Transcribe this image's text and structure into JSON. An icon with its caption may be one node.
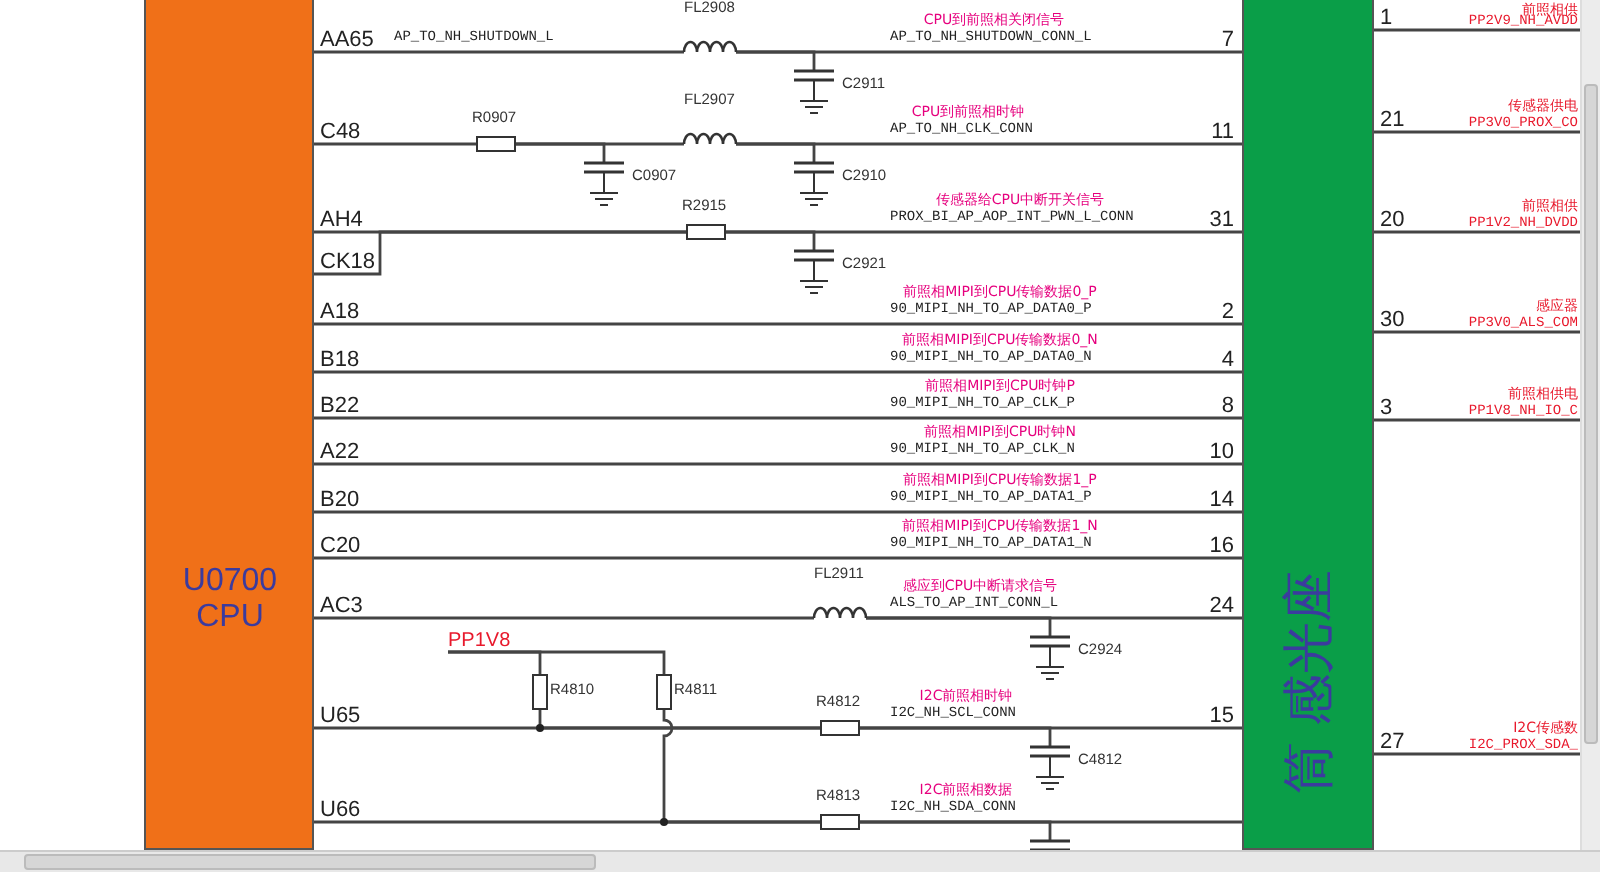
{
  "diagram": {
    "nodes": [
      {
        "text": [
          "U0700 CPU"
        ]
      },
      {
        "text": [
          "筒 感光座"
        ]
      },
      {
        "text": [
          "FL2908"
        ]
      },
      {
        "text": [
          "C2911"
        ]
      },
      {
        "text": [
          "R0907"
        ]
      },
      {
        "text": [
          "C0907"
        ]
      },
      {
        "text": [
          "FL2907"
        ]
      },
      {
        "text": [
          "C2910"
        ]
      },
      {
        "text": [
          "R2915"
        ]
      },
      {
        "text": [
          "C2921"
        ]
      },
      {
        "text": [
          "FL2911"
        ]
      },
      {
        "text": [
          "C2924"
        ]
      },
      {
        "text": [
          "PP1V8"
        ]
      },
      {
        "text": [
          "R4810"
        ]
      },
      {
        "text": [
          "R4811"
        ]
      },
      {
        "text": [
          "R4812"
        ]
      },
      {
        "text": [
          "C4812"
        ]
      },
      {
        "text": [
          "R4813"
        ]
      },
      {
        "text": [],
        "shape": "capacitor"
      }
    ],
    "edges": [
      {
        "from": 0,
        "to": 2,
        "arrow": "none",
        "label": "AP_TO_NH_SHUTDOWN_L"
      },
      {
        "from": 2,
        "to": 1,
        "arrow": "none",
        "label": "AP_TO_NH_SHUTDOWN_CONN_L"
      },
      {
        "from": 2,
        "to": 3,
        "arrow": "none"
      },
      {
        "from": 0,
        "to": 4,
        "arrow": "none"
      },
      {
        "from": 4,
        "to": 6,
        "arrow": "none"
      },
      {
        "from": 4,
        "to": 5,
        "arrow": "none"
      },
      {
        "from": 6,
        "to": 1,
        "arrow": "none",
        "label": "AP_TO_NH_CLK_CONN"
      },
      {
        "from": 6,
        "to": 7,
        "arrow": "none"
      },
      {
        "from": 0,
        "to": 8,
        "arrow": "none"
      },
      {
        "from": 0,
        "to": 8,
        "arrow": "none"
      },
      {
        "from": 8,
        "to": 1,
        "arrow": "none",
        "label": "PROX_BI_AP_AOP_INT_PWN_L_CONN"
      },
      {
        "from": 8,
        "to": 9,
        "arrow": "none"
      },
      {
        "from": 0,
        "to": 1,
        "arrow": "none",
        "label": "90_MIPI_NH_TO_AP_DATA0_P"
      },
      {
        "from": 0,
        "to": 1,
        "arrow": "none",
        "label": "90_MIPI_NH_TO_AP_DATA0_N"
      },
      {
        "from": 0,
        "to": 1,
        "arrow": "none",
        "label": "90_MIPI_NH_TO_AP_CLK_P"
      },
      {
        "from": 0,
        "to": 1,
        "arrow": "none",
        "label": "90_MIPI_NH_TO_AP_CLK_N"
      },
      {
        "from": 0,
        "to": 1,
        "arrow": "none",
        "label": "90_MIPI_NH_TO_AP_DATA1_P"
      },
      {
        "from": 0,
        "to": 1,
        "arrow": "none",
        "label": "90_MIPI_NH_TO_AP_DATA1_N"
      },
      {
        "from": 0,
        "to": 10,
        "arrow": "none"
      },
      {
        "from": 10,
        "to": 1,
        "arrow": "none",
        "label": "ALS_TO_AP_INT_CONN_L"
      },
      {
        "from": 10,
        "to": 11,
        "arrow": "none"
      },
      {
        "from": 12,
        "to": 13,
        "arrow": "none"
      },
      {
        "from": 12,
        "to": 14,
        "arrow": "none"
      },
      {
        "from": 0,
        "to": 15,
        "arrow": "none"
      },
      {
        "from": 13,
        "to": 15,
        "arrow": "none"
      },
      {
        "from": 15,
        "to": 1,
        "arrow": "none",
        "label": "I2C_NH_SCL_CONN"
      },
      {
        "from": 15,
        "to": 16,
        "arrow": "none"
      },
      {
        "from": 0,
        "to": 17,
        "arrow": "none"
      },
      {
        "from": 14,
        "to": 17,
        "arrow": "none"
      },
      {
        "from": 17,
        "to": 1,
        "arrow": "none",
        "label": "I2C_NH_SDA_CONN"
      },
      {
        "from": 17,
        "to": 18,
        "arrow": "none"
      },
      {
        "from": 1,
        "to": null,
        "arrow": "none",
        "label": "PP2V9_NH_AVDD"
      },
      {
        "from": 1,
        "to": null,
        "arrow": "none",
        "label": "PP3V0_PROX_CO"
      },
      {
        "from": 1,
        "to": null,
        "arrow": "none",
        "label": "PP1V2_NH_DVDD"
      },
      {
        "from": 1,
        "to": null,
        "arrow": "none",
        "label": "PP3V0_ALS_COM"
      },
      {
        "from": 1,
        "to": null,
        "arrow": "none",
        "label": "PP1V8_NH_IO_C"
      },
      {
        "from": 1,
        "to": null,
        "arrow": "none",
        "label": "I2C_PROX_SDA_"
      }
    ],
    "labels": [
      "AA65",
      "C48",
      "AH4",
      "CK18",
      "A18",
      "B18",
      "B22",
      "A22",
      "B20",
      "C20",
      "AC3",
      "U65",
      "U66",
      "7",
      "11",
      "31",
      "2",
      "4",
      "8",
      "10",
      "14",
      "16",
      "24",
      "15",
      "CPU到前照相关闭信号",
      "CPU到前照相时钟",
      "传感器给CPU中断开关信号",
      "前照相MIPI到CPU传输数据0_P",
      "前照相MIPI到CPU传输数据0_N",
      "前照相MIPI到CPU时钟P",
      "前照相MIPI到CPU时钟N",
      "前照相MIPI到CPU传输数据1_P",
      "前照相MIPI到CPU传输数据1_N",
      "感应到CPU中断请求信号",
      "I2C前照相时钟",
      "I2C前照相数据",
      "1",
      "21",
      "20",
      "30",
      "3",
      "27",
      "前照相供",
      "传感器供电",
      "前照相供",
      "感应器",
      "前照相供电",
      "I2C传感数"
    ]
  }
}
